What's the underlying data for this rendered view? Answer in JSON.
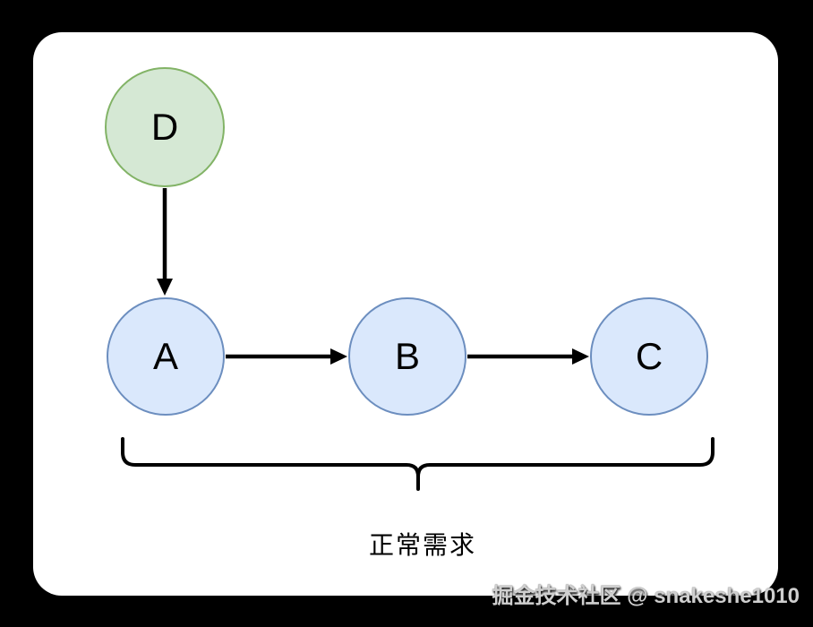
{
  "diagram": {
    "nodes": [
      {
        "id": "D",
        "label": "D",
        "fill": "#d5e8d4",
        "stroke": "#82b366"
      },
      {
        "id": "A",
        "label": "A",
        "fill": "#dae8fc",
        "stroke": "#6c8ebf"
      },
      {
        "id": "B",
        "label": "B",
        "fill": "#dae8fc",
        "stroke": "#6c8ebf"
      },
      {
        "id": "C",
        "label": "C",
        "fill": "#dae8fc",
        "stroke": "#6c8ebf"
      }
    ],
    "edges": [
      {
        "from": "D",
        "to": "A",
        "direction": "down"
      },
      {
        "from": "A",
        "to": "B",
        "direction": "right"
      },
      {
        "from": "B",
        "to": "C",
        "direction": "right"
      }
    ],
    "brace_caption": "正常需求"
  },
  "watermark": {
    "text": "掘金技术社区 @ snakeshe1010"
  },
  "colors": {
    "page_background": "#000000",
    "card_background": "#ffffff",
    "node_d_fill": "#d5e8d4",
    "node_d_stroke": "#82b366",
    "node_abc_fill": "#dae8fc",
    "node_abc_stroke": "#6c8ebf",
    "edge_color": "#000000",
    "caption_color": "#000000",
    "watermark_color": "#cfcfcf"
  }
}
